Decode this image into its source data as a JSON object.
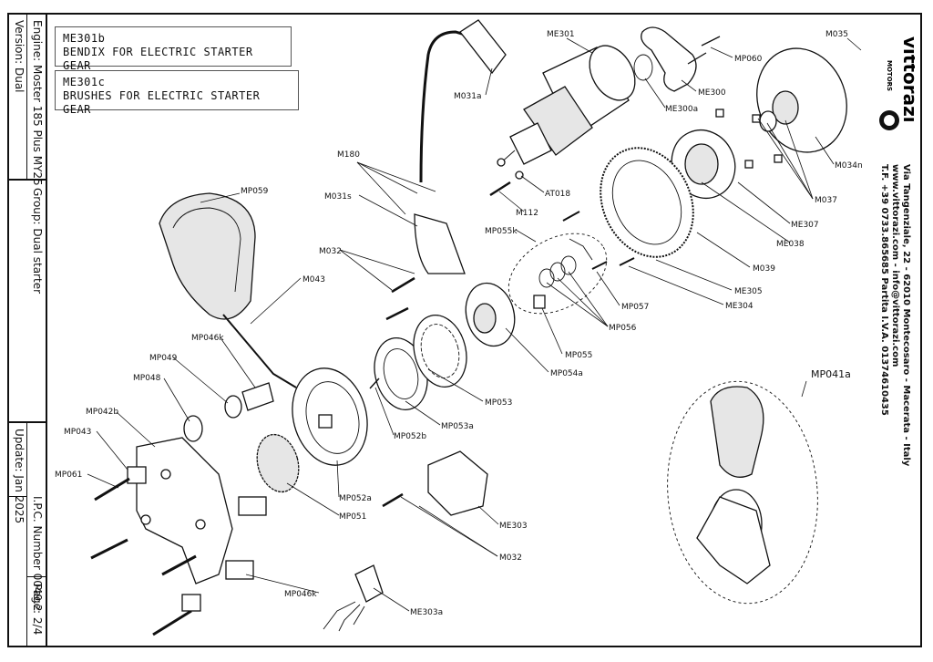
{
  "sidebar": {
    "engine": "Engine: Moster 185 Plus MY25",
    "version": "Version: Dual",
    "group": "Group: Dual starter",
    "update": "Update: Jan 2025",
    "ipc": "I.P.C. Number 0049.2",
    "page": "Page: 2/4"
  },
  "notes": [
    {
      "code": "ME301b",
      "desc": "BENDIX FOR ELECTRIC STARTER GEAR"
    },
    {
      "code": "ME301c",
      "desc": "BRUSHES FOR ELECTRIC STARTER GEAR"
    }
  ],
  "brand": {
    "name": "vittorazi",
    "sub": "MOTORS",
    "address": [
      "Via Tangenziale, 22 - 62010 Montecosaro - Macerata - Italy",
      "www.vittorazi.com - info@vittorazi.com",
      "T.F. +39 0733.865685 Partita I.V.A. 01374610435"
    ]
  },
  "labels": {
    "ME301": "ME301",
    "M035": "M035",
    "MP060": "MP060",
    "ME300": "ME300",
    "ME300a": "ME300a",
    "M031a": "M031a",
    "M034n": "M034n",
    "M037": "M037",
    "M180": "M180",
    "AT018": "AT018",
    "M112": "M112",
    "M031s": "M031s",
    "MP059": "MP059",
    "ME307": "ME307",
    "ME038": "ME038",
    "M032a": "M032",
    "MP055k": "MP055k",
    "M039": "M039",
    "ME305": "ME305",
    "ME304": "ME304",
    "M043": "M043",
    "MP057": "MP057",
    "MP056": "MP056",
    "MP046ka": "MP046k",
    "MP055": "MP055",
    "MP049": "MP049",
    "MP054a": "MP054a",
    "MP041a": "MP041a",
    "MP048": "MP048",
    "MP053": "MP053",
    "MP042b": "MP042b",
    "MP053a": "MP053a",
    "MP043": "MP043",
    "MP052b": "MP052b",
    "MP061": "MP061",
    "MP052a": "MP052a",
    "ME303": "ME303",
    "MP051": "MP051",
    "M032b": "M032",
    "MP046kb": "MP046k",
    "ME303a": "ME303a"
  }
}
